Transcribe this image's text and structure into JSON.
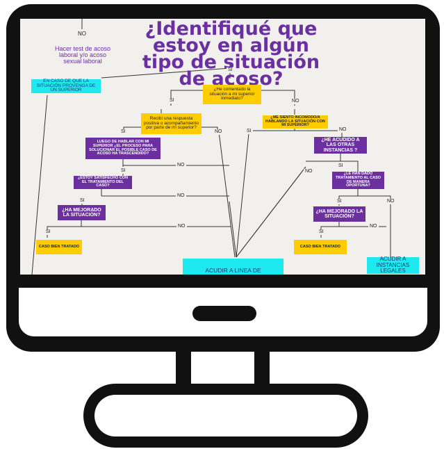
{
  "title": "¿Identifiqué que estoy en algún tipo de situación de acoso?",
  "top_no": "NO",
  "test_text": "Hacer test de acoso laboral y/o acoso sexual laboral",
  "si": "SI",
  "no": "NO",
  "boxes": {
    "superior": "EN CASO DE QUE LA SITUACIÓN PROVENGA DE UN SUPERIOR",
    "comentado": "¿He comentado la situación a mi superior inmediato?",
    "respuesta": "Recibí una respuesta positiva o acompañamiento por parte de mi superior?",
    "incomodo": "¿ME SIENTO INCOMODO/A HABLANDO LA SITUACIÓN CON MI SUPERIOR?",
    "luego": "LUEGO DE HABLAR CON MI SUPERIOR ¿EL PROCESO PARA SOLUCIONAR EL POSIBLE CASO DE ACOSO HA TRASCENDIDO?",
    "acudido": "¿HE ACUDIDO A LAS OTRAS INSTANCIAS ?",
    "satisfecho": "¿ESTOY SATISFECHO CON EL TRATAMIENTO DEL CASO?",
    "tratamiento": "¿LE HAN DADO TRATAMIENTO AL CASO DE MANERA OPORTUNA?",
    "mejorado_left": "¿HA MEJORADO LA SITUACIÓN?",
    "mejorado_right": "¿HA MEJORADO LA SITUACIÓN?",
    "caso_left": "CASO BIEN TRATADO",
    "caso_right": "CASO BIEN TRATADO",
    "linea": "ACUDIR A LINEA DE",
    "legales": "ACUDIR A INSTANCIAS LEGALES"
  },
  "colors": {
    "purple": "#6b2fa0",
    "yellow": "#ffcc00",
    "cyan": "#1de9f0"
  }
}
